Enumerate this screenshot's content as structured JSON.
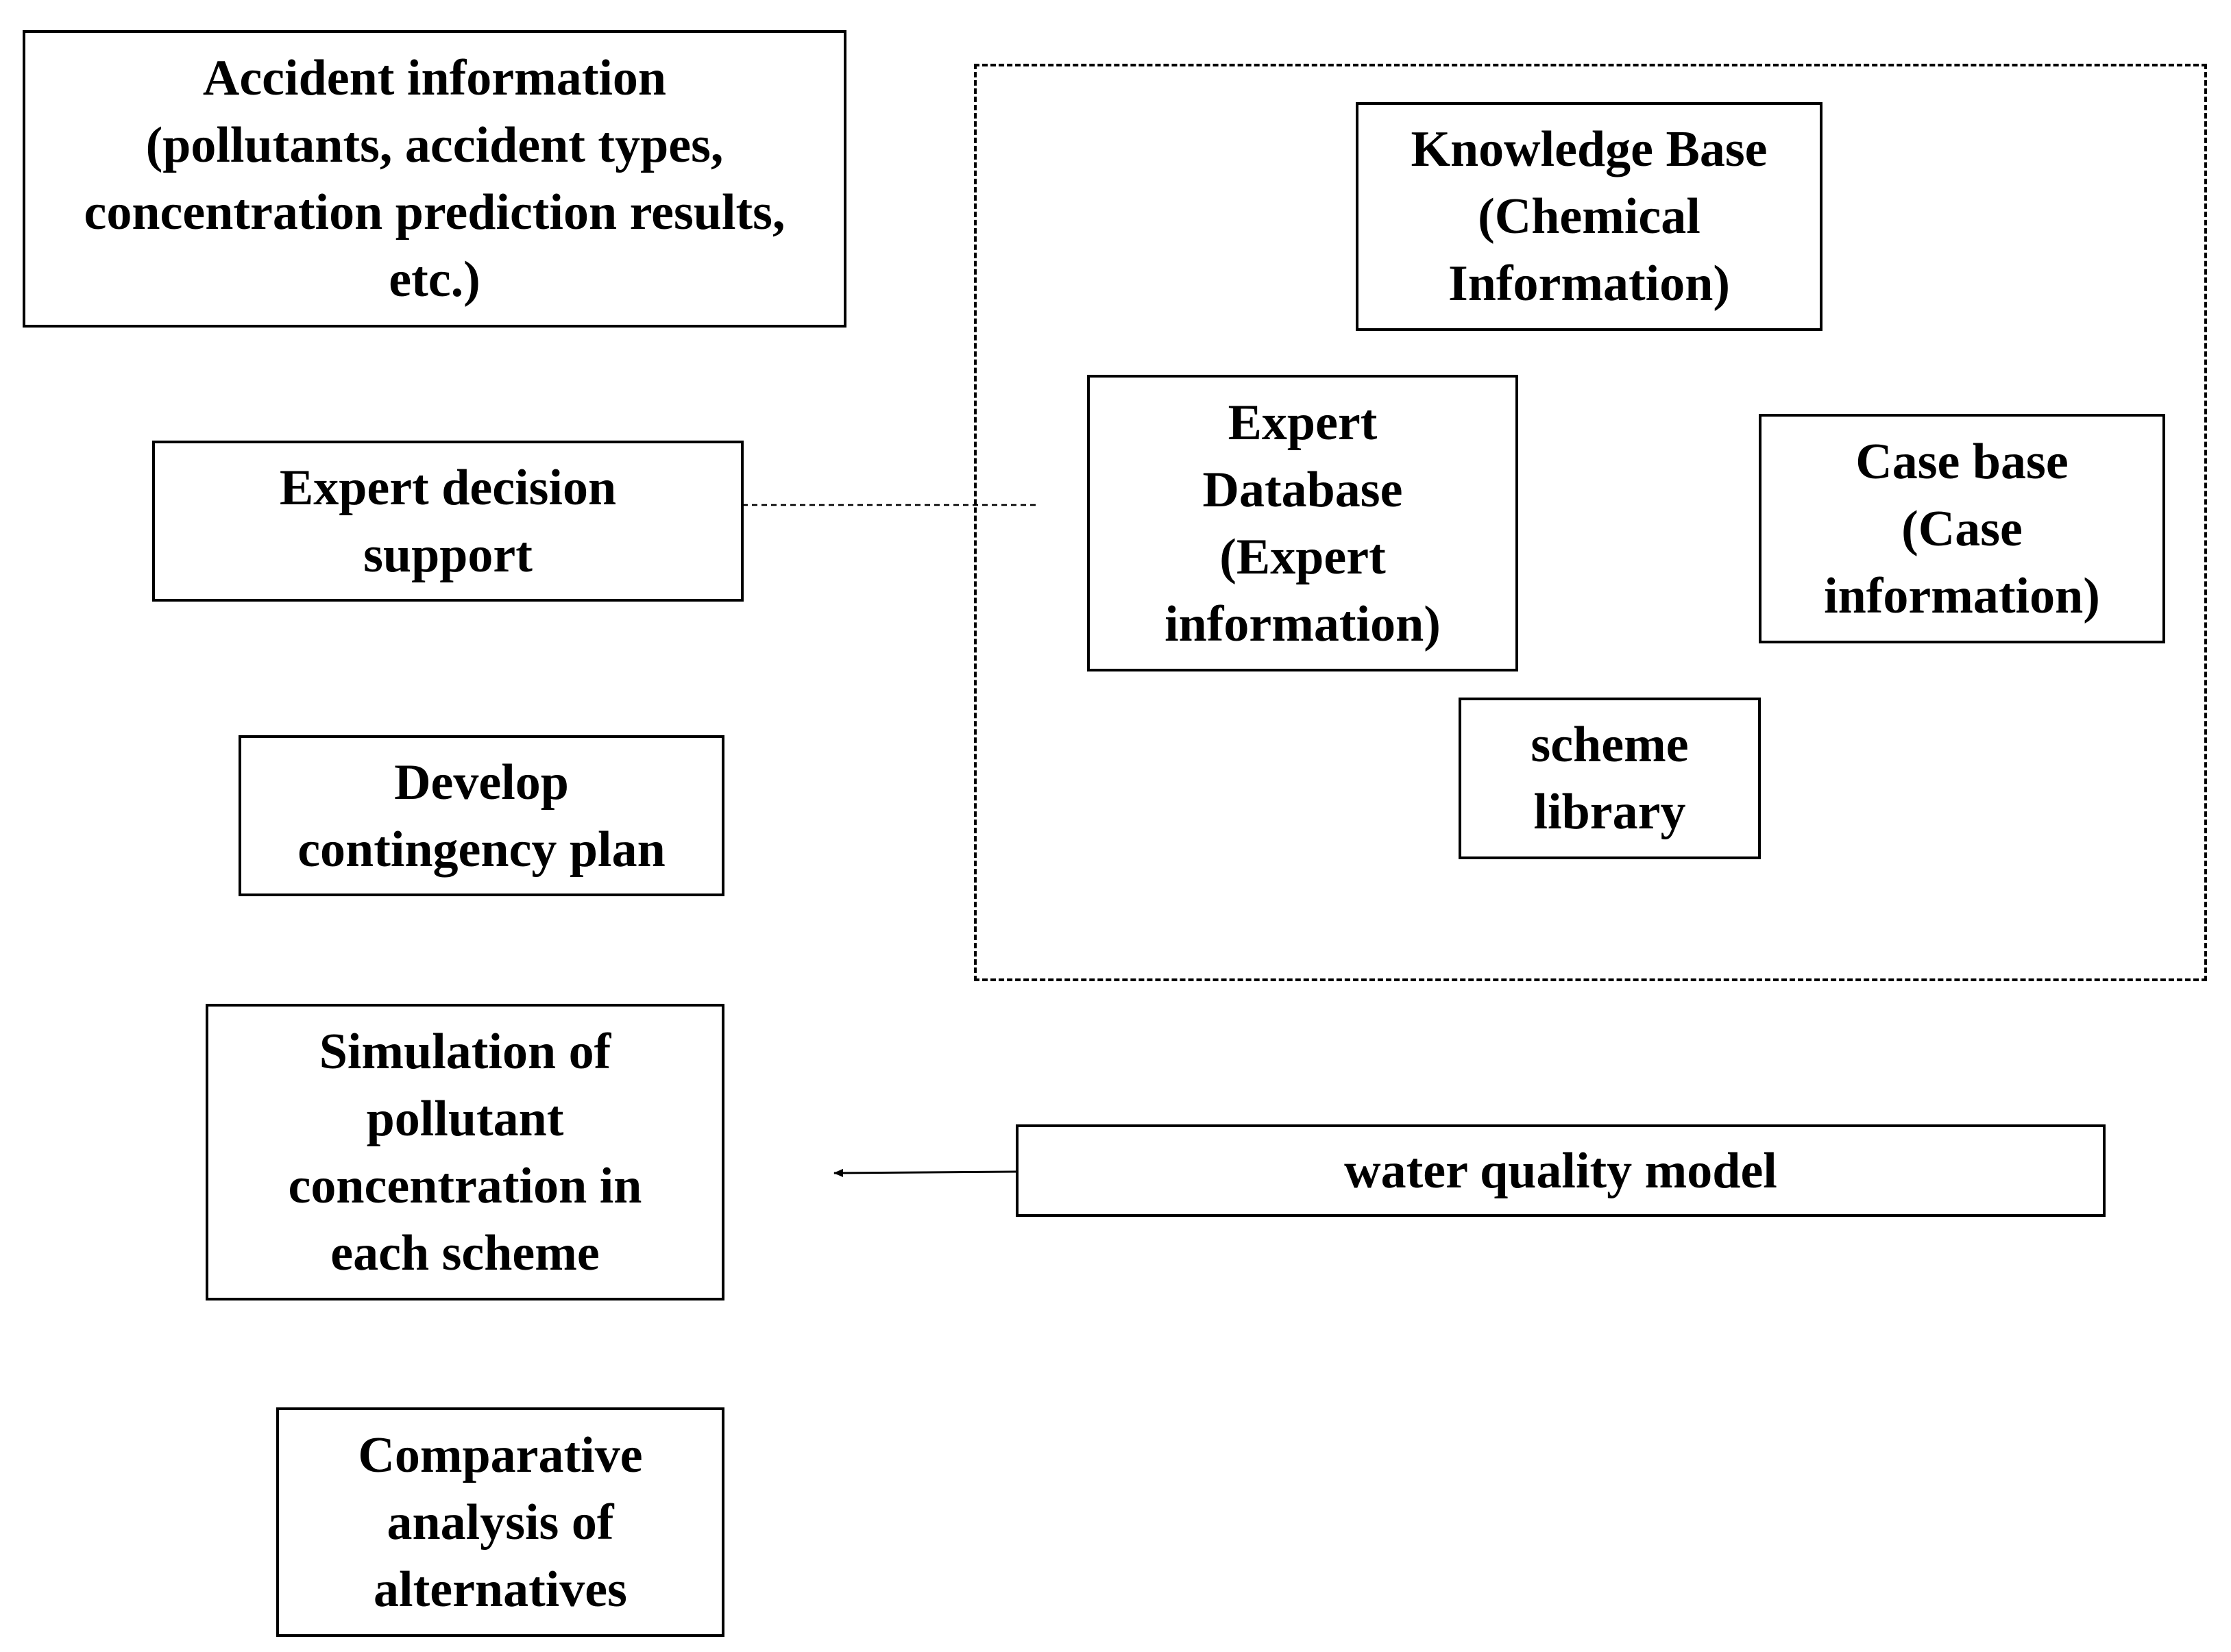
{
  "diagram": {
    "left_column": {
      "accident_info": "Accident information\n(pollutants, accident types,\nconcentration prediction results,\netc.)",
      "expert_decision": "Expert decision\nsupport",
      "contingency_plan": "Develop\ncontingency plan",
      "simulation": "Simulation of\npollutant\nconcentration in\neach scheme",
      "comparative": "Comparative\nanalysis of\nalternatives"
    },
    "databases": {
      "knowledge_base": "Knowledge Base\n(Chemical\nInformation)",
      "expert_database": "Expert\nDatabase\n(Expert\ninformation)",
      "case_base": "Case base\n(Case\ninformation)",
      "scheme_library": "scheme\nlibrary"
    },
    "model": {
      "water_quality": "water quality model"
    }
  }
}
